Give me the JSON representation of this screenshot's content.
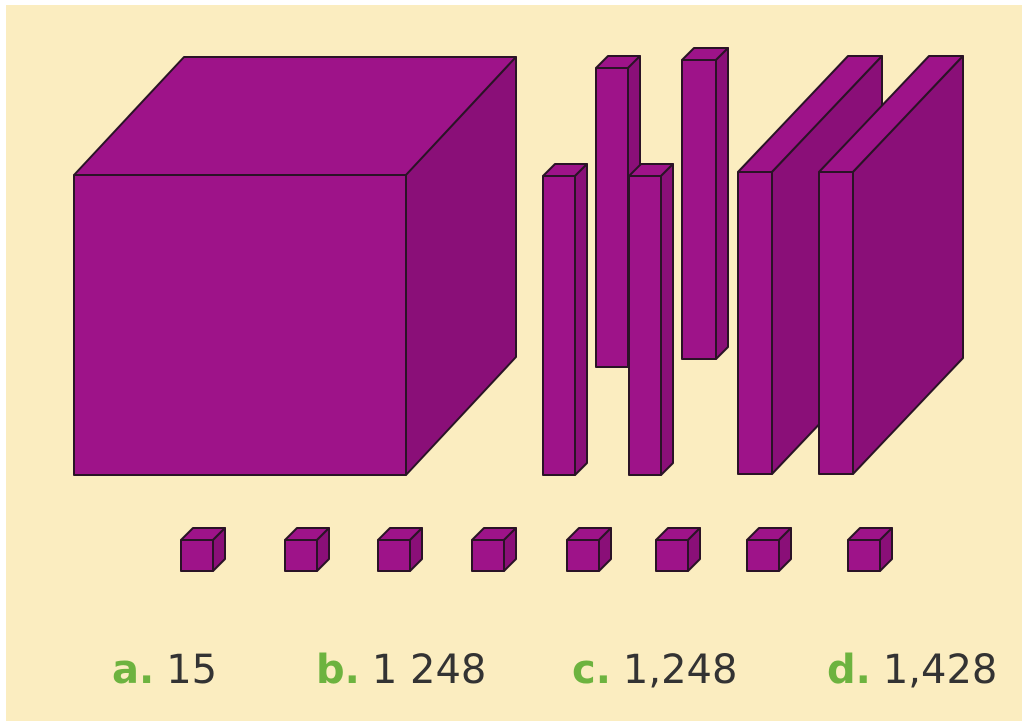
{
  "colors": {
    "background": "#FBEDC0",
    "block_front": "#9E1389",
    "block_top": "#9E1389",
    "block_side": "#8A0F78",
    "outline": "#2a1326",
    "choice_letter": "#6DB33F",
    "choice_value": "#333333"
  },
  "model": {
    "thousands_cubes": 1,
    "hundreds_flats": 2,
    "tens_rods": 4,
    "ones_units": 8
  },
  "choices": [
    {
      "letter": "a.",
      "value": "15"
    },
    {
      "letter": "b.",
      "value": "1 248"
    },
    {
      "letter": "c.",
      "value": "1,248"
    },
    {
      "letter": "d.",
      "value": "1,428"
    }
  ]
}
